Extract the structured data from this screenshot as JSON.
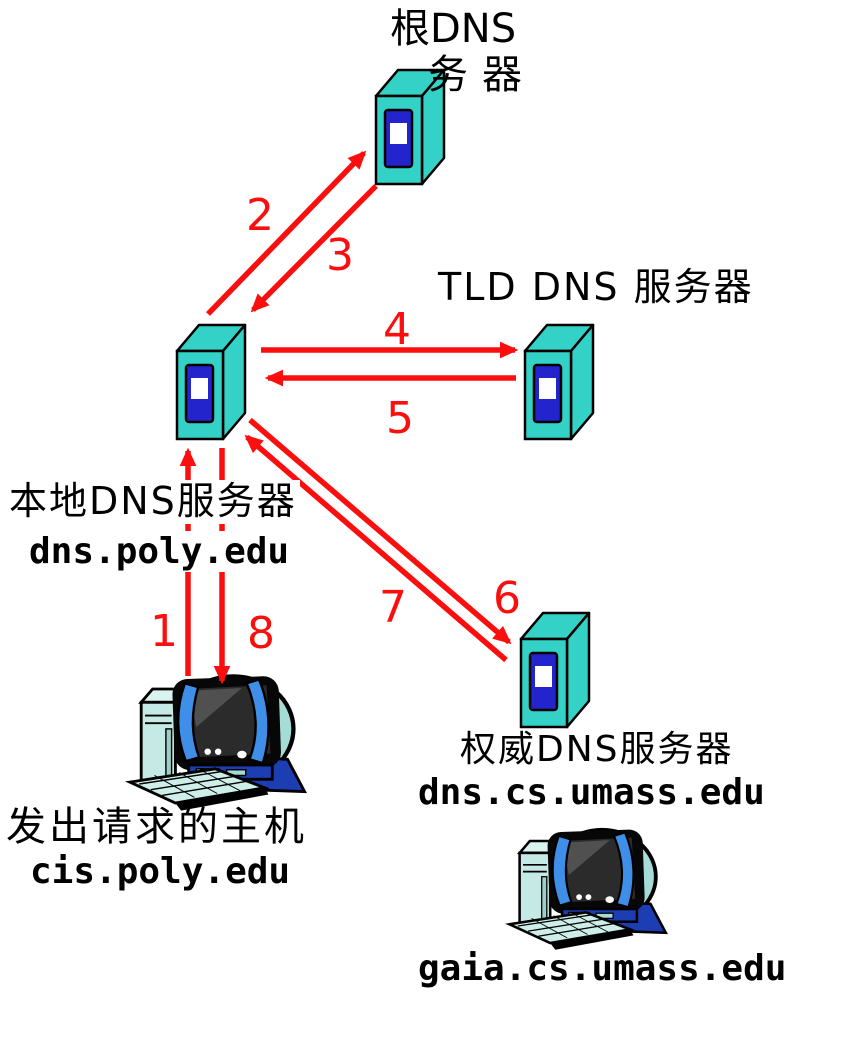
{
  "colors": {
    "arrow_red": "#FB0E0E",
    "server_body_teal": "#34D2C6",
    "server_panel_blue": "#2424CC",
    "pc_base_blue": "#1C3EB2",
    "pc_bezel_blue": "#3F8FE9",
    "pc_teal_light": "#C5E9E4",
    "text_black": "#000000",
    "background": "#FFFFFF"
  },
  "nodes": {
    "root_dns": {
      "label_line1": "根DNS",
      "label_line2": "务器"
    },
    "tld_dns": {
      "label": "TLD DNS 服务器"
    },
    "local_dns": {
      "label": "本地DNS服务器",
      "hostname": "dns.poly.edu"
    },
    "authoritative_dns": {
      "label": "权威DNS服务器",
      "hostname": "dns.cs.umass.edu"
    },
    "requesting_host": {
      "label": "发出请求的主机",
      "hostname": "cis.poly.edu"
    },
    "answering_host": {
      "hostname": "gaia.cs.umass.edu"
    }
  },
  "arrows": [
    {
      "label": "1",
      "from": "requesting_host",
      "to": "local_dns"
    },
    {
      "label": "2",
      "from": "local_dns",
      "to": "root_dns"
    },
    {
      "label": "3",
      "from": "root_dns",
      "to": "local_dns"
    },
    {
      "label": "4",
      "from": "local_dns",
      "to": "tld_dns"
    },
    {
      "label": "5",
      "from": "tld_dns",
      "to": "local_dns"
    },
    {
      "label": "6",
      "from": "local_dns",
      "to": "authoritative_dns"
    },
    {
      "label": "7",
      "from": "authoritative_dns",
      "to": "local_dns"
    },
    {
      "label": "8",
      "from": "local_dns",
      "to": "requesting_host"
    }
  ]
}
